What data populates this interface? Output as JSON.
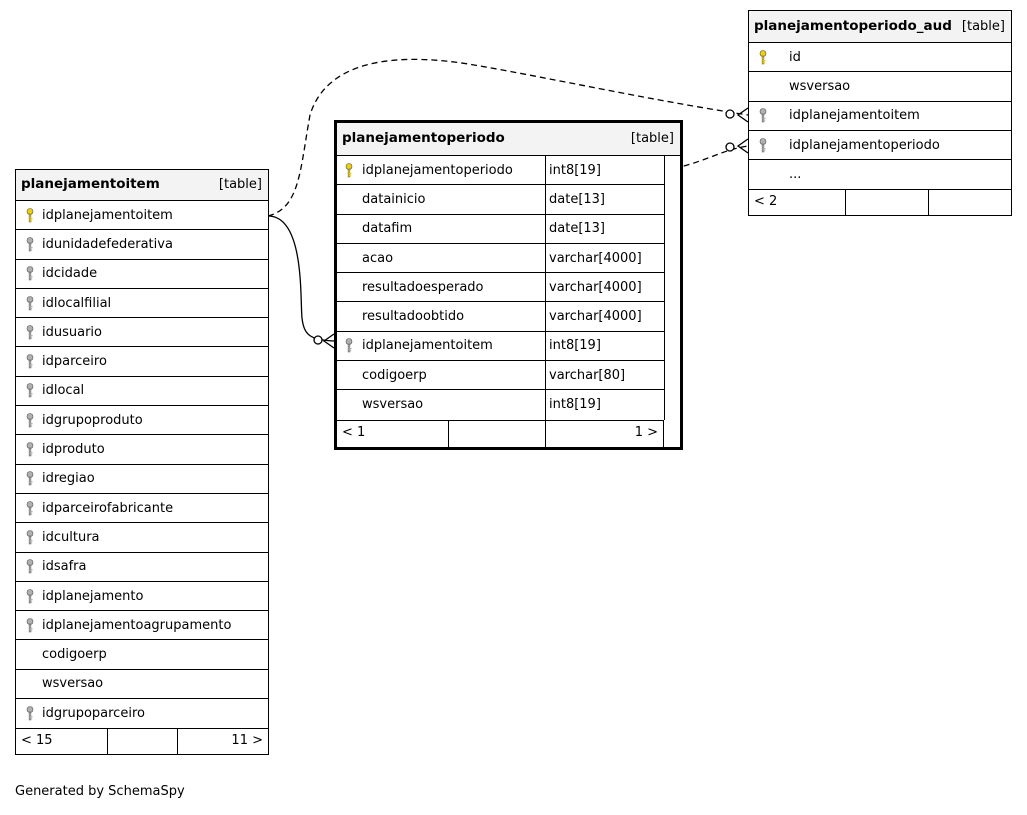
{
  "tables": {
    "planejamentoitem": {
      "name": "planejamentoitem",
      "type": "[table]",
      "columns": [
        {
          "name": "idplanejamentoitem",
          "key": "pk"
        },
        {
          "name": "idunidadefederativa",
          "key": "fk"
        },
        {
          "name": "idcidade",
          "key": "fk"
        },
        {
          "name": "idlocalfilial",
          "key": "fk"
        },
        {
          "name": "idusuario",
          "key": "fk"
        },
        {
          "name": "idparceiro",
          "key": "fk"
        },
        {
          "name": "idlocal",
          "key": "fk"
        },
        {
          "name": "idgrupoproduto",
          "key": "fk"
        },
        {
          "name": "idproduto",
          "key": "fk"
        },
        {
          "name": "idregiao",
          "key": "fk"
        },
        {
          "name": "idparceirofabricante",
          "key": "fk"
        },
        {
          "name": "idcultura",
          "key": "fk"
        },
        {
          "name": "idsafra",
          "key": "fk"
        },
        {
          "name": "idplanejamento",
          "key": "fk"
        },
        {
          "name": "idplanejamentoagrupamento",
          "key": "fk"
        },
        {
          "name": "codigoerp",
          "key": ""
        },
        {
          "name": "wsversao",
          "key": ""
        },
        {
          "name": "idgrupoparceiro",
          "key": "fk"
        }
      ],
      "footer": {
        "left": "< 15",
        "mid": "",
        "right": "11 >"
      }
    },
    "planejamentoperiodo": {
      "name": "planejamentoperiodo",
      "type": "[table]",
      "columns": [
        {
          "name": "idplanejamentoperiodo",
          "type": "int8[19]",
          "key": "pk"
        },
        {
          "name": "datainicio",
          "type": "date[13]",
          "key": ""
        },
        {
          "name": "datafim",
          "type": "date[13]",
          "key": ""
        },
        {
          "name": "acao",
          "type": "varchar[4000]",
          "key": ""
        },
        {
          "name": "resultadoesperado",
          "type": "varchar[4000]",
          "key": ""
        },
        {
          "name": "resultadoobtido",
          "type": "varchar[4000]",
          "key": ""
        },
        {
          "name": "idplanejamentoitem",
          "type": "int8[19]",
          "key": "fk"
        },
        {
          "name": "codigoerp",
          "type": "varchar[80]",
          "key": ""
        },
        {
          "name": "wsversao",
          "type": "int8[19]",
          "key": ""
        }
      ],
      "footer": {
        "left": "< 1",
        "mid": "",
        "right": "1 >"
      }
    },
    "planejamentoperiodo_aud": {
      "name": "planejamentoperiodo_aud",
      "type": "[table]",
      "columns": [
        {
          "name": "id",
          "key": "pk"
        },
        {
          "name": "wsversao",
          "key": ""
        },
        {
          "name": "idplanejamentoitem",
          "key": "fk"
        },
        {
          "name": "idplanejamentoperiodo",
          "key": "fk"
        },
        {
          "name": "...",
          "key": ""
        }
      ],
      "footer": {
        "left": "< 2",
        "mid": "",
        "right": ""
      }
    }
  },
  "credit": "Generated by SchemaSpy",
  "colors": {
    "primary_key": "#f0d000",
    "foreign_key": "#b0b0b0",
    "header_bg": "#f3f3f3"
  }
}
